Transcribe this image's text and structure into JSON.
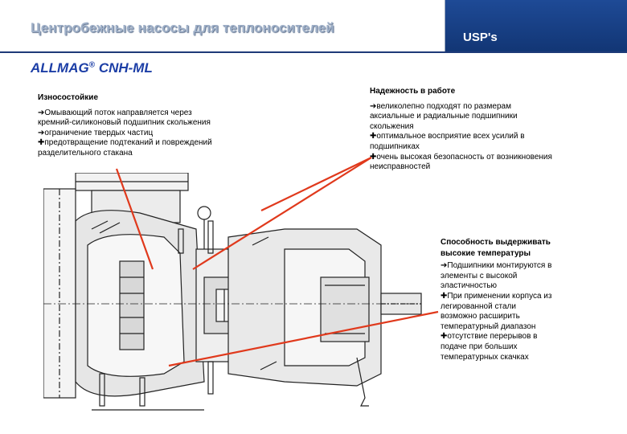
{
  "header": {
    "title": "Центробежные насосы для теплоносителей",
    "brand": "USP's"
  },
  "model": {
    "name": "ALLMAG",
    "reg": "®",
    "suffix": " CNH-ML"
  },
  "blocks": {
    "wear": {
      "heading": "Износостойкие",
      "lines": [
        "➔Омывающий поток направляется через",
        "кремний-силиконовый подшипник скольжения",
        "➔ограничение твердых частиц",
        "✚предотвращение подтеканий и повреждений",
        "разделительного стакана"
      ]
    },
    "reliability": {
      "heading": "Надежность в работе",
      "lines": [
        "➔великолепно подходят по размерам",
        "аксиальные и радиальные подшипники",
        "скольжения",
        "✚оптимальное восприятие всех усилий в",
        "подшипниках",
        "✚очень высокая безопасность от возникновения",
        "неисправностей"
      ]
    },
    "temperature": {
      "heading_lines": [
        "Способность выдерживать",
        "высокие температуры"
      ],
      "lines": [
        "➔Подшипники монтируются в",
        "элементы с высокой",
        "эластичностью",
        "✚При применении корпуса из",
        "легированной стали",
        "возможно расширить",
        "температурный диапазон",
        "✚отсутствие перерывов в",
        "подаче при больших",
        "температурных скачках"
      ]
    }
  },
  "colors": {
    "title_text": "#9fb0c8",
    "brand_bar": "#1e4a96",
    "model_text": "#1c3ea6",
    "callout_line": "#e0391c"
  },
  "icons": {
    "bullet_arrow": "arrow-right-icon",
    "bullet_plus": "plus-icon"
  }
}
